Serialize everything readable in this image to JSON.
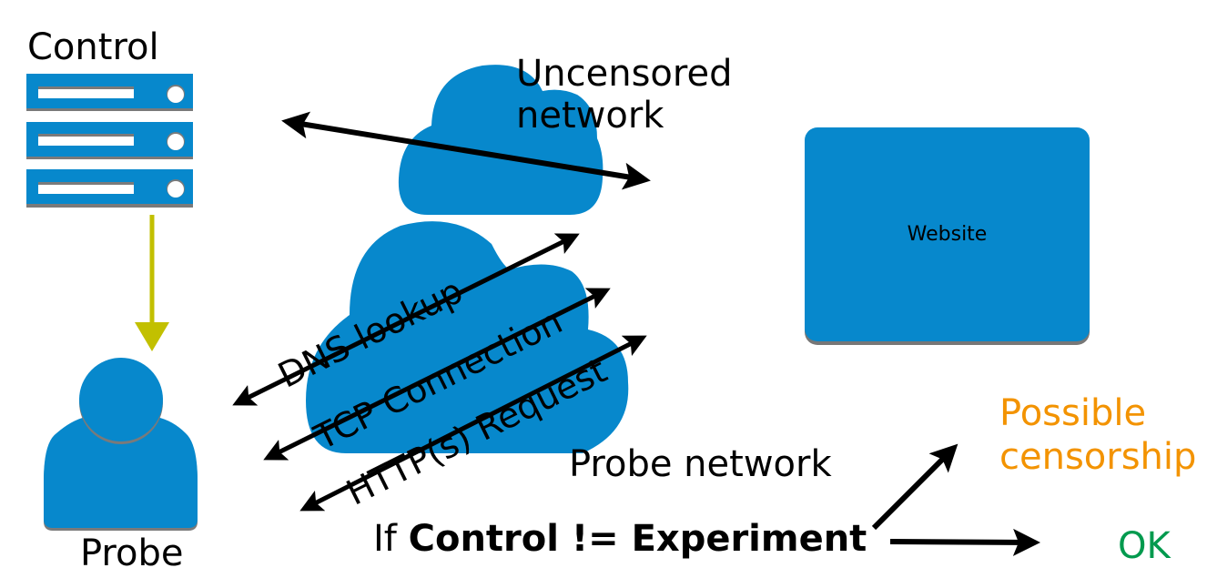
{
  "colors": {
    "blue": "#0788cc",
    "arrow_yellow": "#c2c000",
    "possible": "#f39300",
    "ok": "#009a4e",
    "shadow": "#7a7a7a"
  },
  "nodes": {
    "control": {
      "label": "Control",
      "icon": "server-rack-icon"
    },
    "probe": {
      "label": "Probe",
      "icon": "user-icon"
    },
    "uncensored_network": {
      "label_line1": "Uncensored",
      "label_line2": "network",
      "icon": "cloud-icon"
    },
    "probe_network": {
      "label": "Probe network",
      "icon": "cloud-icon"
    },
    "website": {
      "label": "Website"
    }
  },
  "tests": [
    {
      "label": "DNS lookup"
    },
    {
      "label": "TCP Connection"
    },
    {
      "label": "HTTP(s) Request"
    }
  ],
  "condition": {
    "prefix": "If",
    "expression": "Control != Experiment"
  },
  "outcomes": {
    "possible_line1": "Possible",
    "possible_line2": "censorship",
    "ok": "OK"
  }
}
